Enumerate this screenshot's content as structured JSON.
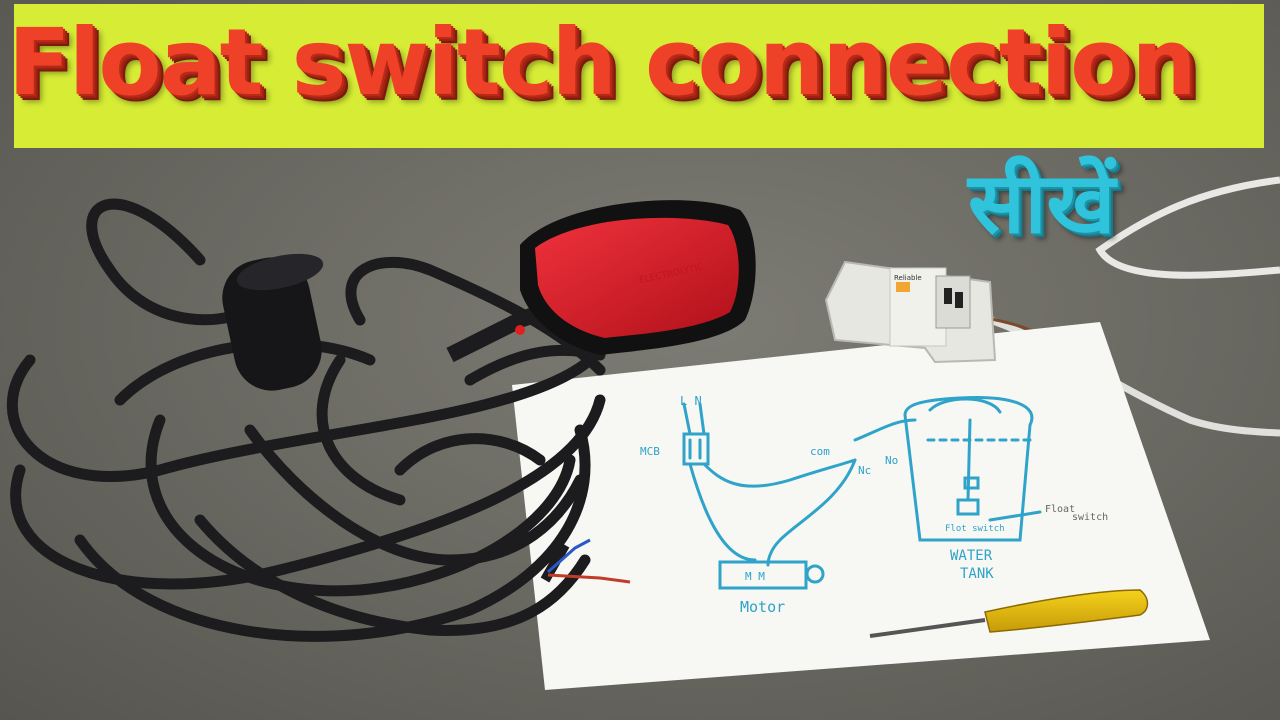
{
  "banner": {
    "title": "Float switch connection",
    "subtitle": "सीखें",
    "banner_color": "#d6ec35",
    "title_color": "#ef4128",
    "subtitle_color": "#2fc4dc"
  },
  "photo": {
    "float_switch": {
      "brand_label": "ELECTROLYTIC"
    },
    "mcb": {
      "brand_label": "Reliable"
    },
    "diagram": {
      "ink_color": "#2fa3c9",
      "labels": {
        "supply": "L  N",
        "mcb": "MCB",
        "com": "com",
        "nc": "Nc",
        "no": "No",
        "motor_text": "M M",
        "motor": "Motor",
        "tank_1": "WATER",
        "tank_2": "TANK",
        "float_label_1": "Float",
        "float_label_2": "switch",
        "float_switch": "Flot switch"
      }
    },
    "icons": [
      "float-switch-icon",
      "cable-coil-icon",
      "mcb-breaker-icon",
      "screwdriver-icon"
    ]
  }
}
